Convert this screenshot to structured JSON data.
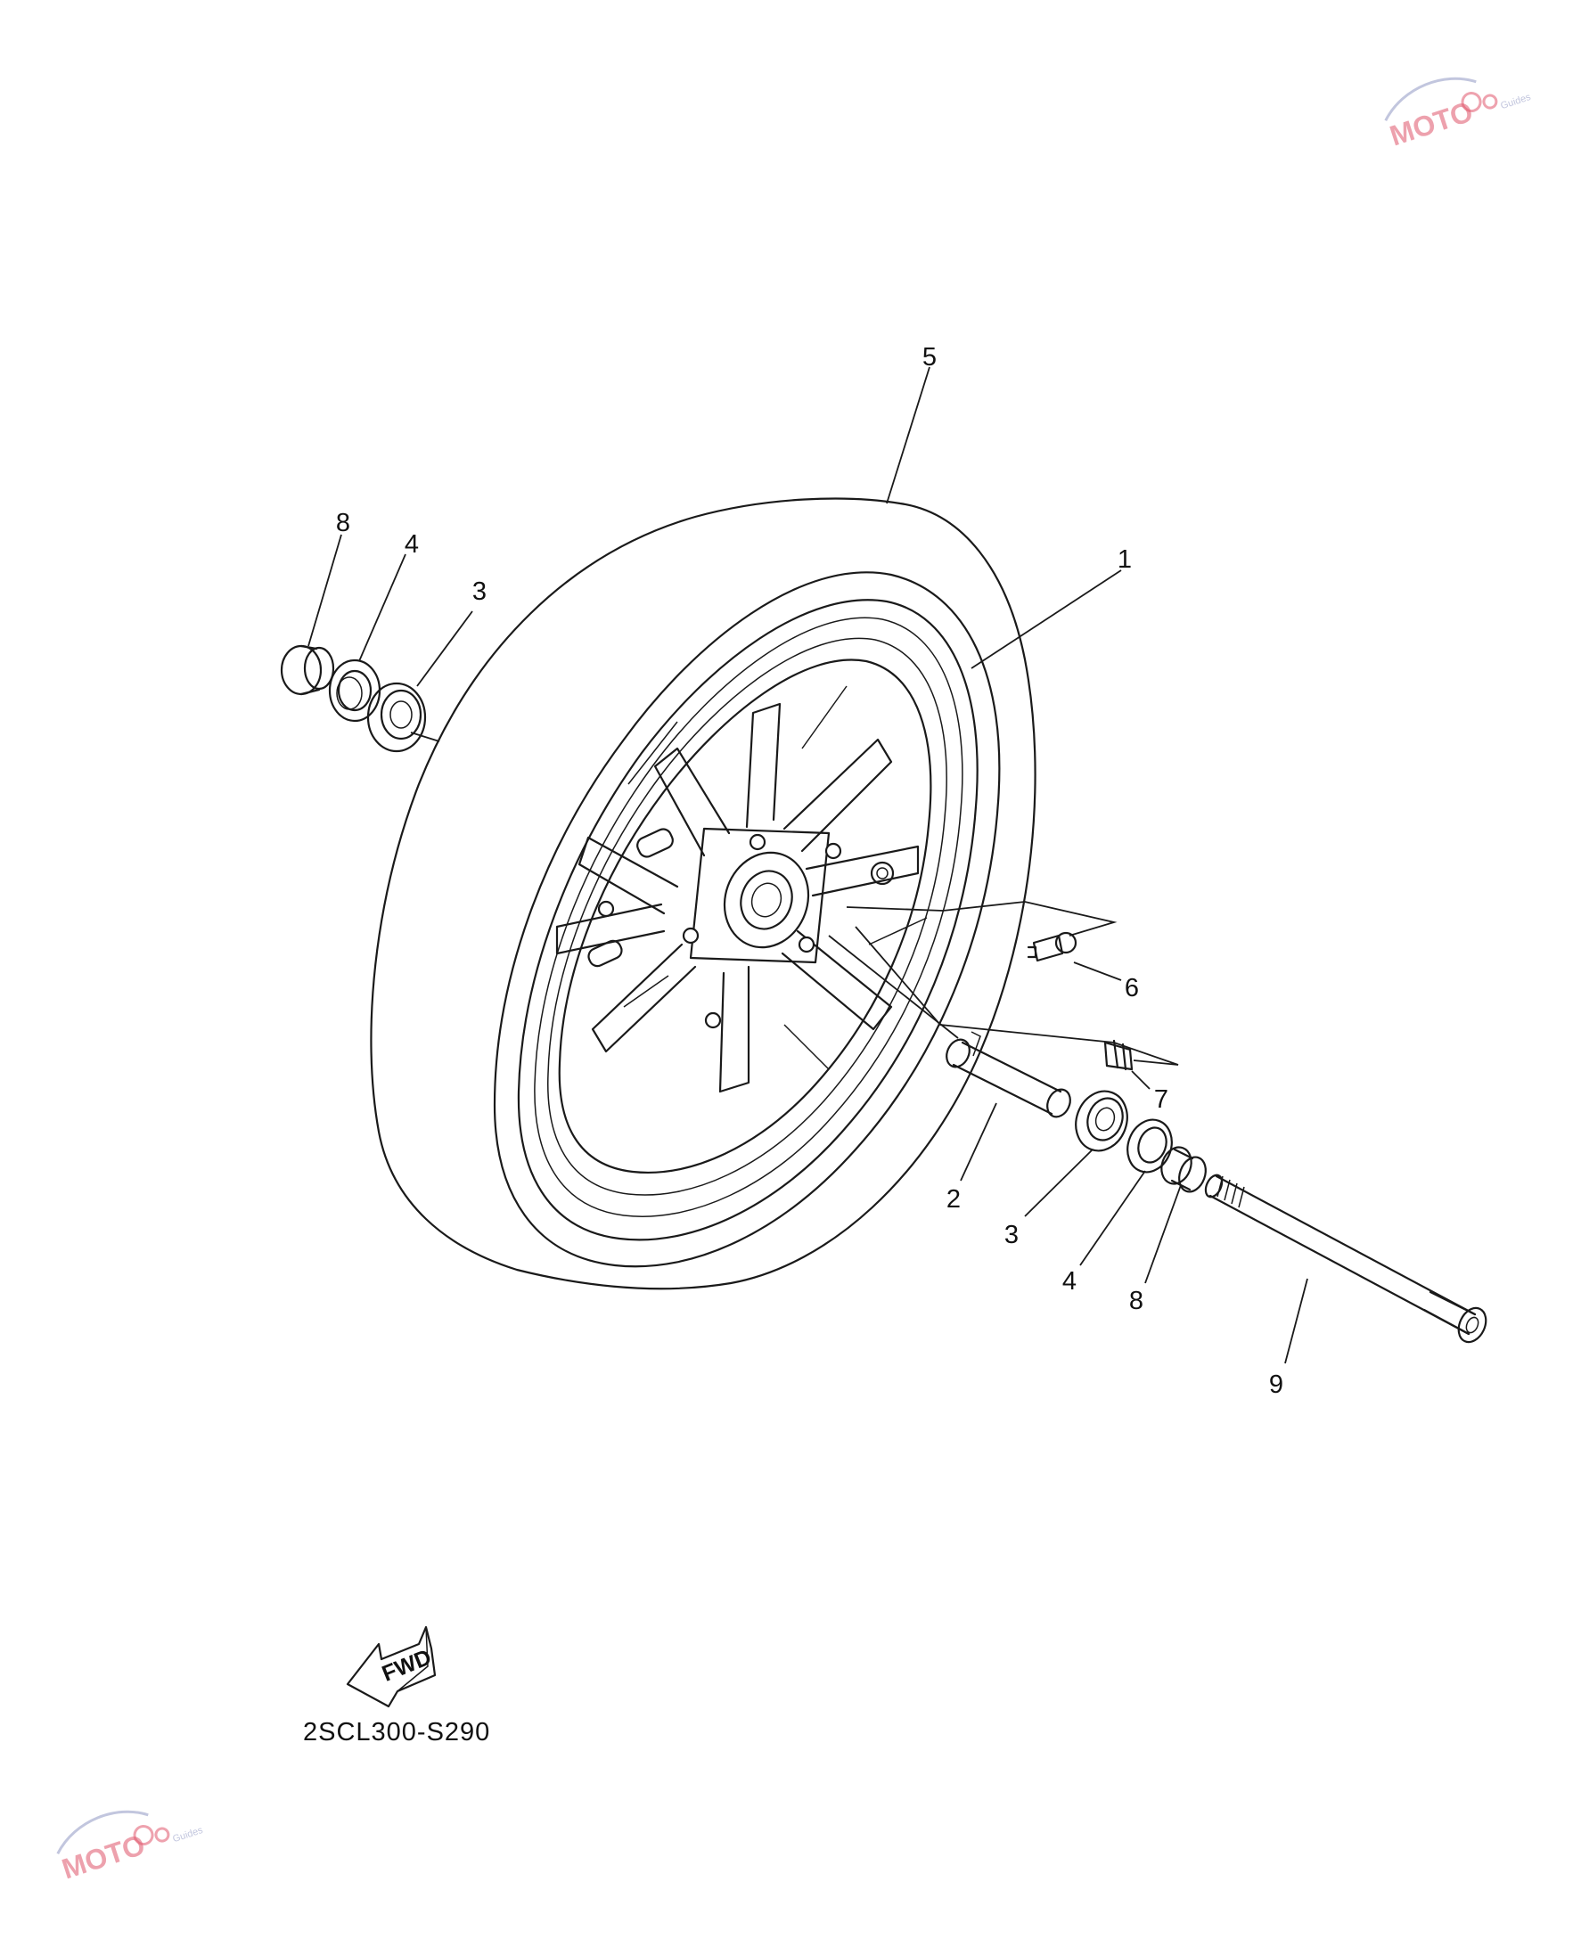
{
  "diagram": {
    "code": "2SCL300-S290",
    "fwd_label": "FWD",
    "callouts": [
      {
        "id": "c5",
        "label": "5"
      },
      {
        "id": "c1",
        "label": "1"
      },
      {
        "id": "c8a",
        "label": "8"
      },
      {
        "id": "c4a",
        "label": "4"
      },
      {
        "id": "c3a",
        "label": "3"
      },
      {
        "id": "c6",
        "label": "6"
      },
      {
        "id": "c7",
        "label": "7"
      },
      {
        "id": "c2",
        "label": "2"
      },
      {
        "id": "c3b",
        "label": "3"
      },
      {
        "id": "c4b",
        "label": "4"
      },
      {
        "id": "c8b",
        "label": "8"
      },
      {
        "id": "c9",
        "label": "9"
      }
    ]
  },
  "watermark": {
    "brand": "MOTO",
    "sub": "Guides"
  },
  "colors": {
    "line": "#1a1a1a",
    "watermark": "#e0566b"
  }
}
